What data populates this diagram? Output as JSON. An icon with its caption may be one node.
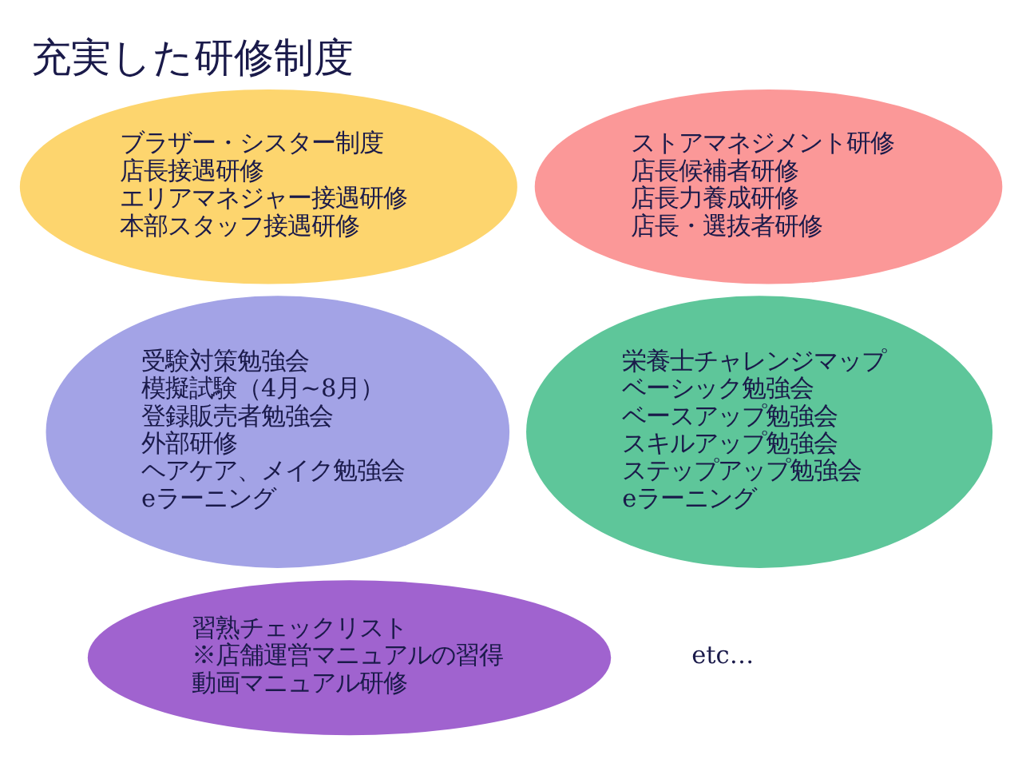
{
  "diagram": {
    "title": "充実した研修制度",
    "nodes": [
      {
        "text": [
          "ブラザー・シスター制度",
          "店長接遇研修",
          "エリアマネジャー接遇研修",
          "本部スタッフ接遇研修"
        ]
      },
      {
        "text": [
          "ストアマネジメント研修",
          "店長候補者研修",
          "店長力養成研修",
          "店長・選抜者研修"
        ]
      },
      {
        "text": [
          "受験対策勉強会",
          "模擬試験（4月~8月）",
          "登録販売者勉強会",
          "外部研修",
          "ヘアケア、メイク勉強会",
          "eラーニング"
        ]
      },
      {
        "text": [
          "栄養士チャレンジマップ",
          "ベーシック勉強会",
          "ベースアップ勉強会",
          "スキルアップ勉強会",
          "ステップアップ勉強会",
          "eラーニング"
        ]
      },
      {
        "text": [
          "習熟チェックリスト",
          "※店舗運営マニュアルの習得",
          "動画マニュアル研修"
        ]
      }
    ],
    "labels": [
      "etc…"
    ]
  }
}
